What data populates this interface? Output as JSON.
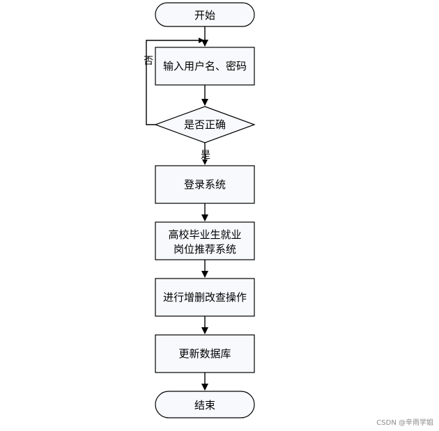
{
  "nodes": {
    "start": "开始",
    "input": "输入用户名、密码",
    "decision": "是否正确",
    "login": "登录系统",
    "system_line1": "高校毕业生就业",
    "system_line2": "岗位推荐系统",
    "crud": "进行增删改查操作",
    "update": "更新数据库",
    "end": "结束"
  },
  "edges": {
    "no_label": "否",
    "yes_label": "是"
  },
  "watermark": "CSDN @辛雨学姐",
  "colors": {
    "node_fill": "#f7f9fc",
    "stroke": "#000000"
  }
}
